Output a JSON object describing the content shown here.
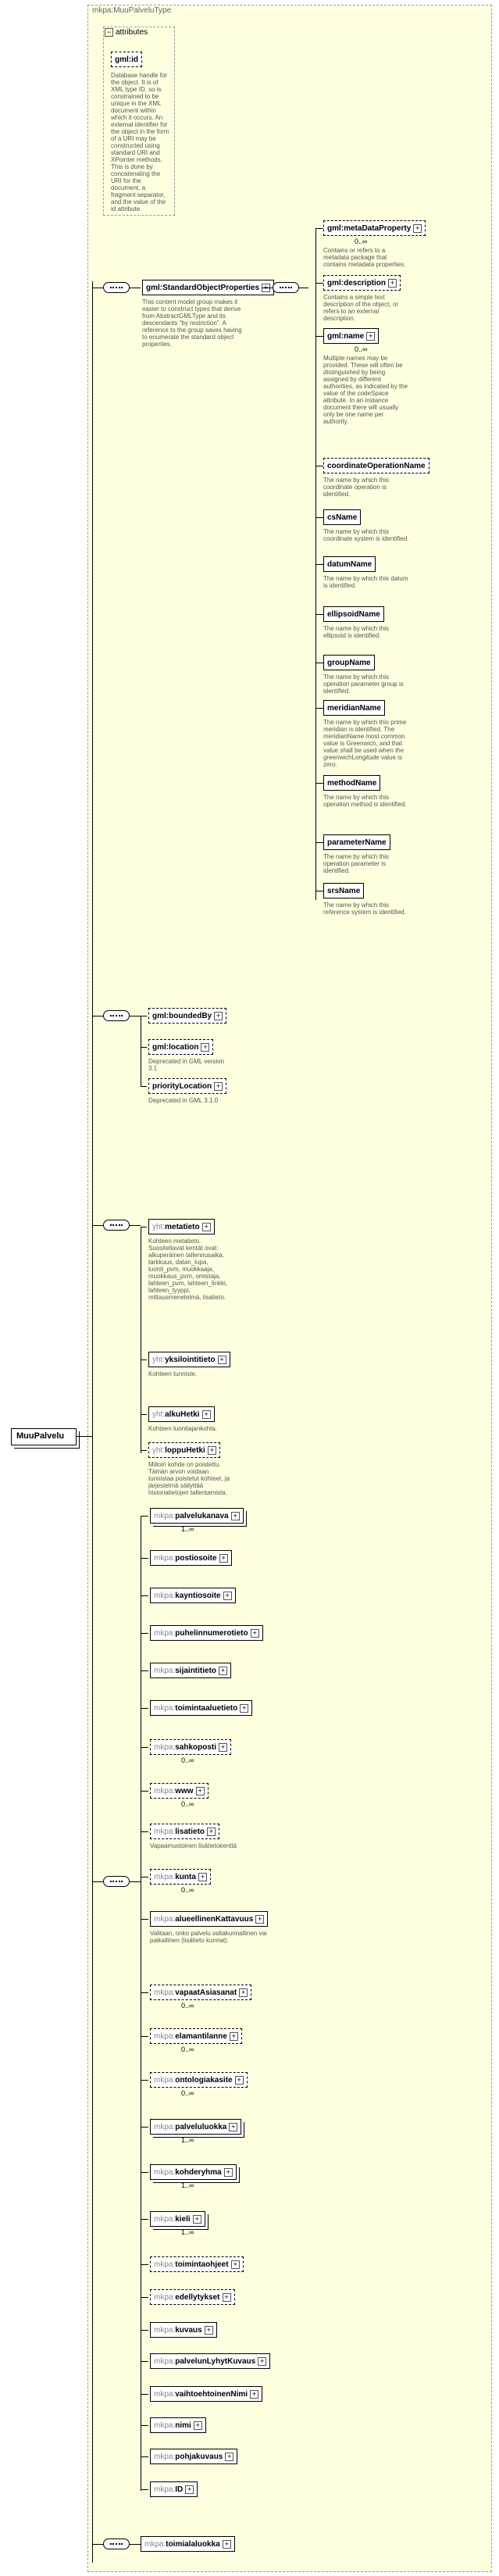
{
  "root": {
    "name": "MuuPalvelu"
  },
  "type_name": "mkpa:MuuPalveluType",
  "attributes": {
    "title": "attributes",
    "gmlid": "gml:id",
    "gmlid_doc": "Database handle for the object. It is of XML type ID, so is constrained to be unique in the XML document within which it occurs. An external identifier for the object in the form of a URI may be constructed using standard URI and XPointer methods. This is done by concatenating the URI for the document, a fragment separator, and the value of the id attribute."
  },
  "standard_props": {
    "name": "gml:StandardObjectProperties",
    "doc": "This content model group makes it easier to construct types that derive from AbstractGMLType and its descendants \"by restriction\". A reference to the group saves having to enumerate the standard object properties.",
    "items": [
      {
        "name": "gml:metaDataProperty",
        "mult": "0..∞",
        "doc": "Contains or refers to a metadata package that contains metadata properties."
      },
      {
        "name": "gml:description",
        "mult": "",
        "doc": "Contains a simple text description of the object, or refers to an external description."
      },
      {
        "name": "gml:name",
        "mult": "0..∞",
        "doc": "Multiple names may be provided. These will often be distinguished by being assigned by different authorities, as indicated by the value of the codeSpace attribute. In an instance document there will usually only be one name per authority."
      },
      {
        "name": "coordinateOperationName",
        "mult": "",
        "doc": "The name by which this coordinate operation is identified."
      },
      {
        "name": "csName",
        "mult": "",
        "doc": "The name by which this coordinate system is identified."
      },
      {
        "name": "datumName",
        "mult": "",
        "doc": "The name by which this datum is identified."
      },
      {
        "name": "ellipsoidName",
        "mult": "",
        "doc": "The name by which this ellipsoid is identified."
      },
      {
        "name": "groupName",
        "mult": "",
        "doc": "The name by which this operation parameter group is identified."
      },
      {
        "name": "meridianName",
        "mult": "",
        "doc": "The name by which this prime meridian is identified. The meridianName most common value is Greenwich, and that value shall be used when the greenwichLongitude value is zero."
      },
      {
        "name": "methodName",
        "mult": "",
        "doc": "The name by which this operation method is identified."
      },
      {
        "name": "parameterName",
        "mult": "",
        "doc": "The name by which this operation parameter is identified."
      },
      {
        "name": "srsName",
        "mult": "",
        "doc": "The name by which this reference system is identified."
      }
    ]
  },
  "bounded": {
    "items": [
      {
        "name": "gml:boundedBy",
        "doc": ""
      },
      {
        "name": "gml:location",
        "doc": "Deprecated in GML version 3.1"
      },
      {
        "name": "priorityLocation",
        "doc": "Deprecated in GML 3.1.0"
      }
    ]
  },
  "yht": {
    "items": [
      {
        "pre": "yht:",
        "name": "metatieto",
        "mult": "",
        "doc": "Kohteen metatieto. Suositeltavat kentät ovat: alkuperäinen tallennusaika, tarkkuus, datan_lupa, luonti_pvm, muokkaaja, muokkaus_pvm, omistaja, lahteen_pvm, lahteen_linkki, lahteen_tyyppi, mittausmenetelmä, lisatieto."
      },
      {
        "pre": "yht:",
        "name": "yksilointitieto",
        "mult": "",
        "doc": "Kohteen tunniste."
      },
      {
        "pre": "yht:",
        "name": "alkuHetki",
        "mult": "",
        "doc": "Kohteen luontiajankohta."
      },
      {
        "pre": "yht:",
        "name": "loppuHetki",
        "mult": "",
        "doc": "Milloin kohde on poistettu. Tämän arvon voidaan tunnistaa poistetut kohteet, ja järjestelmä säilyttää historiatietojen tallentamista."
      }
    ]
  },
  "mkpa": {
    "items": [
      {
        "pre": "mkpa:",
        "name": "palvelukanava",
        "mult": "1..∞",
        "doc": ""
      },
      {
        "pre": "mkpa:",
        "name": "postiosoite",
        "mult": "",
        "doc": ""
      },
      {
        "pre": "mkpa:",
        "name": "kayntiosoite",
        "mult": "",
        "doc": ""
      },
      {
        "pre": "mkpa:",
        "name": "puhelinnumerotieto",
        "mult": "",
        "doc": ""
      },
      {
        "pre": "mkpa:",
        "name": "sijaintitieto",
        "mult": "",
        "doc": ""
      },
      {
        "pre": "mkpa:",
        "name": "toimintaaluetieto",
        "mult": "",
        "doc": ""
      },
      {
        "pre": "mkpa:",
        "name": "sahkoposti",
        "mult": "0..∞",
        "doc": ""
      },
      {
        "pre": "mkpa:",
        "name": "www",
        "mult": "0..∞",
        "doc": ""
      },
      {
        "pre": "mkpa:",
        "name": "lisatieto",
        "mult": "",
        "doc": "Vapaamuotoinen lisätietokenttä"
      },
      {
        "pre": "mkpa:",
        "name": "kunta",
        "mult": "0..∞",
        "doc": ""
      },
      {
        "pre": "mkpa:",
        "name": "alueellinenKattavuus",
        "mult": "",
        "doc": "Valitaan, onko palvelu valtakunnallinen vai paikallinen (lisätieto kunnat)."
      },
      {
        "pre": "mkpa:",
        "name": "vapaatAsiasanat",
        "mult": "0..∞",
        "doc": ""
      },
      {
        "pre": "mkpa:",
        "name": "elamantilanne",
        "mult": "0..∞",
        "doc": ""
      },
      {
        "pre": "mkpa:",
        "name": "ontologiakasite",
        "mult": "0..∞",
        "doc": ""
      },
      {
        "pre": "mkpa:",
        "name": "palveluluokka",
        "mult": "1..∞",
        "doc": ""
      },
      {
        "pre": "mkpa:",
        "name": "kohderyhma",
        "mult": "1..∞",
        "doc": ""
      },
      {
        "pre": "mkpa:",
        "name": "kieli",
        "mult": "1..∞",
        "doc": ""
      },
      {
        "pre": "mkpa:",
        "name": "toimintaohjeet",
        "mult": "",
        "doc": ""
      },
      {
        "pre": "mkpa:",
        "name": "edellytykset",
        "mult": "",
        "doc": ""
      },
      {
        "pre": "mkpa:",
        "name": "kuvaus",
        "mult": "",
        "doc": ""
      },
      {
        "pre": "mkpa:",
        "name": "palvelunLyhytKuvaus",
        "mult": "",
        "doc": ""
      },
      {
        "pre": "mkpa:",
        "name": "vaihtoehtoinenNimi",
        "mult": "",
        "doc": ""
      },
      {
        "pre": "mkpa:",
        "name": "nimi",
        "mult": "",
        "doc": ""
      },
      {
        "pre": "mkpa:",
        "name": "pohjakuvaus",
        "mult": "",
        "doc": ""
      },
      {
        "pre": "mkpa:",
        "name": "ID",
        "mult": "",
        "doc": ""
      }
    ]
  },
  "last": {
    "pre": "mkpa:",
    "name": "toimialaluokka"
  }
}
